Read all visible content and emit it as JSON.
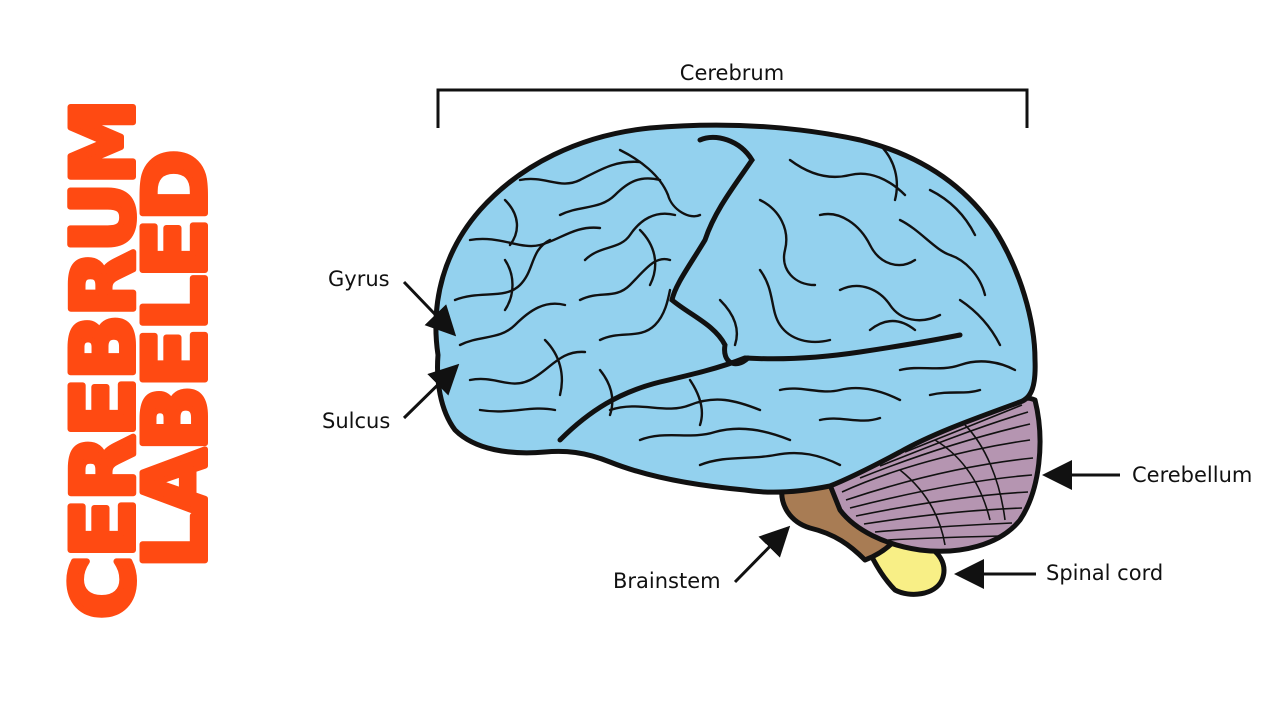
{
  "title": {
    "line1": "CEREBRUM",
    "line2": "LABELED"
  },
  "labels": {
    "cerebrum": "Cerebrum",
    "gyrus": "Gyrus",
    "sulcus": "Sulcus",
    "cerebellum": "Cerebellum",
    "brainstem": "Brainstem",
    "spinal_cord": "Spinal cord"
  },
  "colors": {
    "title": "#ff4a12",
    "cerebrum": "#93d1ee",
    "cerebellum": "#b595b1",
    "brainstem": "#a87c54",
    "spinal_cord": "#f8ef86",
    "outline": "#111111"
  }
}
